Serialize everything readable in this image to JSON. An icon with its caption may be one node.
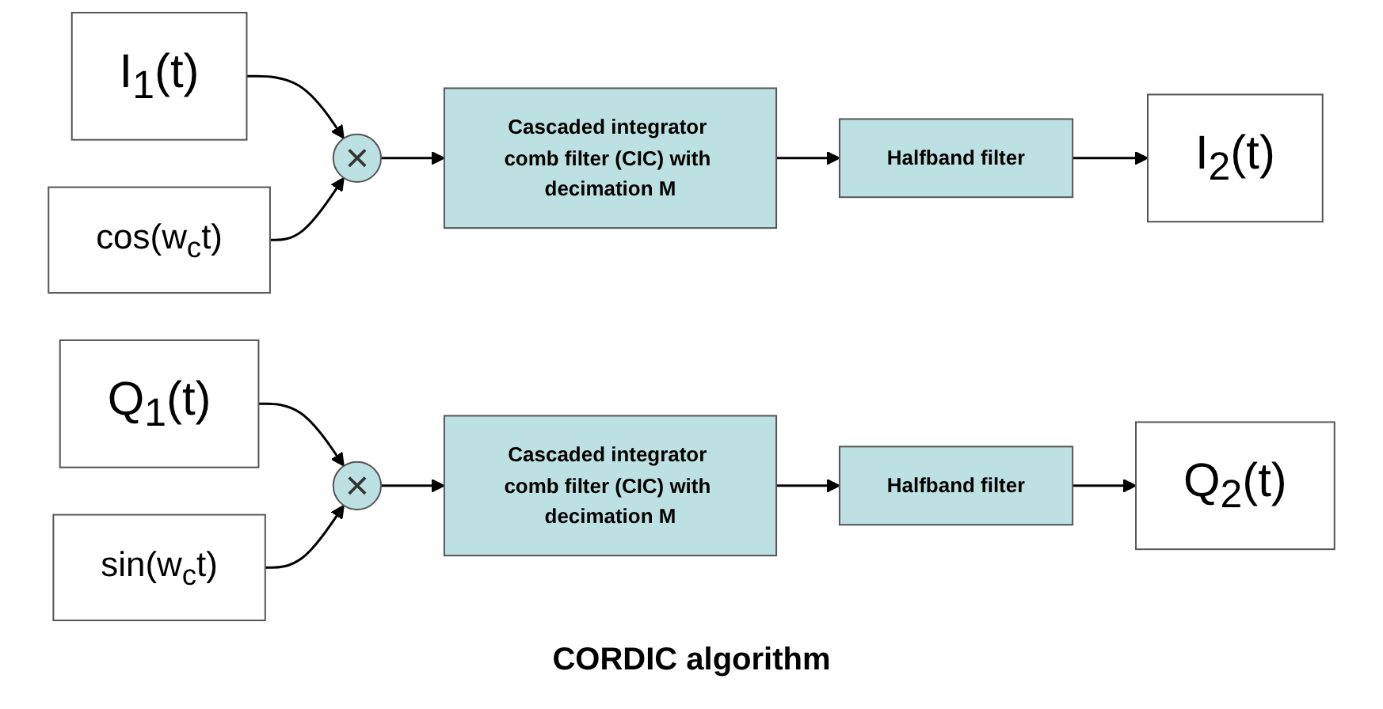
{
  "diagram": {
    "caption": "CORDIC algorithm",
    "nodes": [
      {
        "text": [
          "I$_{1}$(t)"
        ]
      },
      {
        "text": [
          "×"
        ]
      },
      {
        "text": [
          "Cascaded integrator comb filter (CIC) with decimation M"
        ]
      },
      {
        "text": [
          "Halfband filter"
        ]
      },
      {
        "text": [
          "I$_{2}$(t)"
        ]
      },
      {
        "text": [
          "Q$_{1}$(t)"
        ]
      },
      {
        "text": [
          "×"
        ]
      },
      {
        "text": [
          "Cascaded integrator comb filter (CIC) with decimation M"
        ]
      },
      {
        "text": [
          "Halfband filter"
        ]
      },
      {
        "text": [
          "Q$_{2}$(t)"
        ]
      },
      {
        "text": [
          "cos(w$_{c}$t)"
        ]
      },
      {
        "text": [
          "sin(w$_{c}$t)"
        ]
      }
    ],
    "edges": [
      {
        "from": 0,
        "to": 1,
        "arrow": "to"
      },
      {
        "from": 1,
        "to": 2,
        "arrow": "to"
      },
      {
        "from": 2,
        "to": 3,
        "arrow": "to"
      },
      {
        "from": 3,
        "to": 4,
        "arrow": "to"
      },
      {
        "from": 5,
        "to": 6,
        "arrow": "to"
      },
      {
        "from": 6,
        "to": 7,
        "arrow": "to"
      },
      {
        "from": 7,
        "to": 8,
        "arrow": "to"
      },
      {
        "from": 8,
        "to": 9,
        "arrow": "to"
      },
      {
        "from": 10,
        "to": 1,
        "arrow": "to"
      },
      {
        "from": 11,
        "to": 6,
        "arrow": "to"
      }
    ]
  }
}
